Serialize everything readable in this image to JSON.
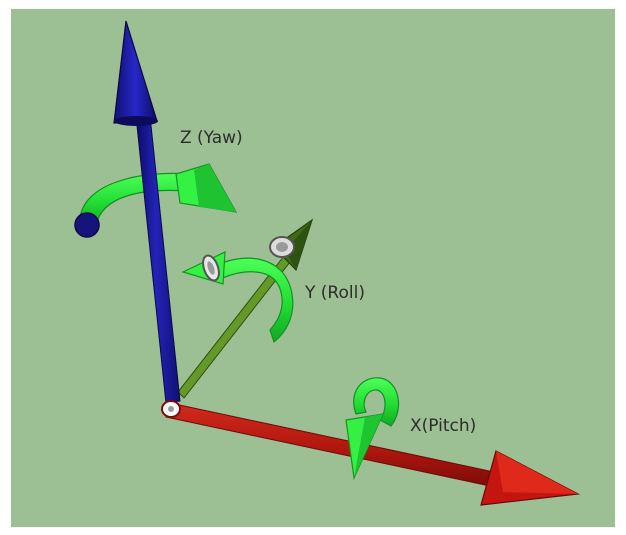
{
  "labels": {
    "z": "Z (Yaw)",
    "y": "Y (Roll)",
    "x": "X(Pitch)"
  },
  "colors": {
    "background": "#9cbf94",
    "z_axis": "#1b1b92",
    "y_axis": "#4d7a1c",
    "x_axis": "#b31a12",
    "rotation_arrow": "#2be63d"
  },
  "icons": {
    "z_axis": "axis-arrow",
    "y_axis": "axis-arrow",
    "x_axis": "axis-arrow",
    "yaw_rotation": "curved-rotation-arrow",
    "roll_rotation": "curved-rotation-arrow",
    "pitch_rotation": "curved-rotation-arrow"
  }
}
